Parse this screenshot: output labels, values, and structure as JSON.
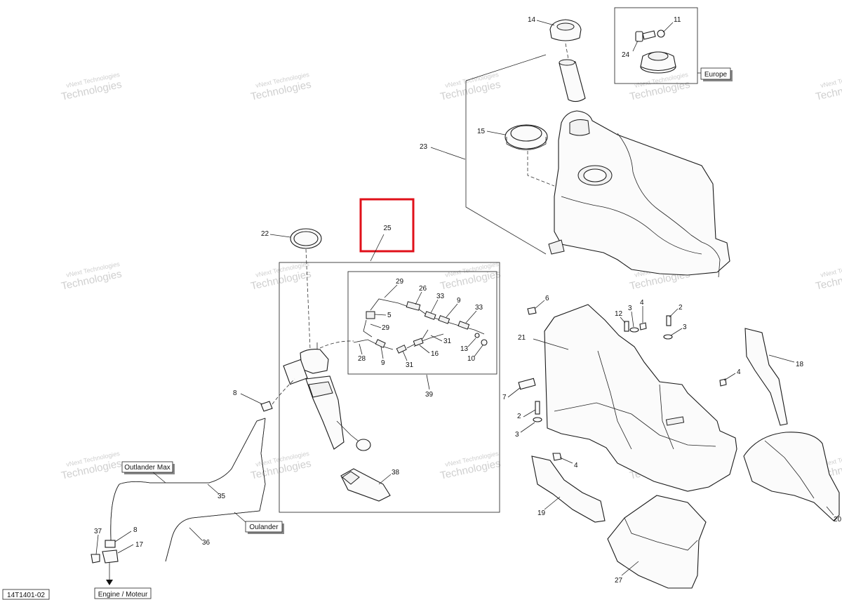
{
  "diagram_id": "14T1401-02",
  "watermark": {
    "line1": "vNext Technologies",
    "line2": "Technologies"
  },
  "highlighted_part": "25",
  "tags": {
    "europe": "Europe",
    "outlander_max": "Outlander Max",
    "oulander": "Oulander",
    "engine": "Engine / Moteur"
  },
  "callouts": [
    "2",
    "3",
    "4",
    "5",
    "6",
    "7",
    "8",
    "9",
    "10",
    "11",
    "12",
    "13",
    "14",
    "15",
    "16",
    "17",
    "18",
    "19",
    "20",
    "21",
    "22",
    "23",
    "24",
    "25",
    "26",
    "27",
    "28",
    "29",
    "31",
    "33",
    "35",
    "36",
    "37",
    "38",
    "39"
  ]
}
